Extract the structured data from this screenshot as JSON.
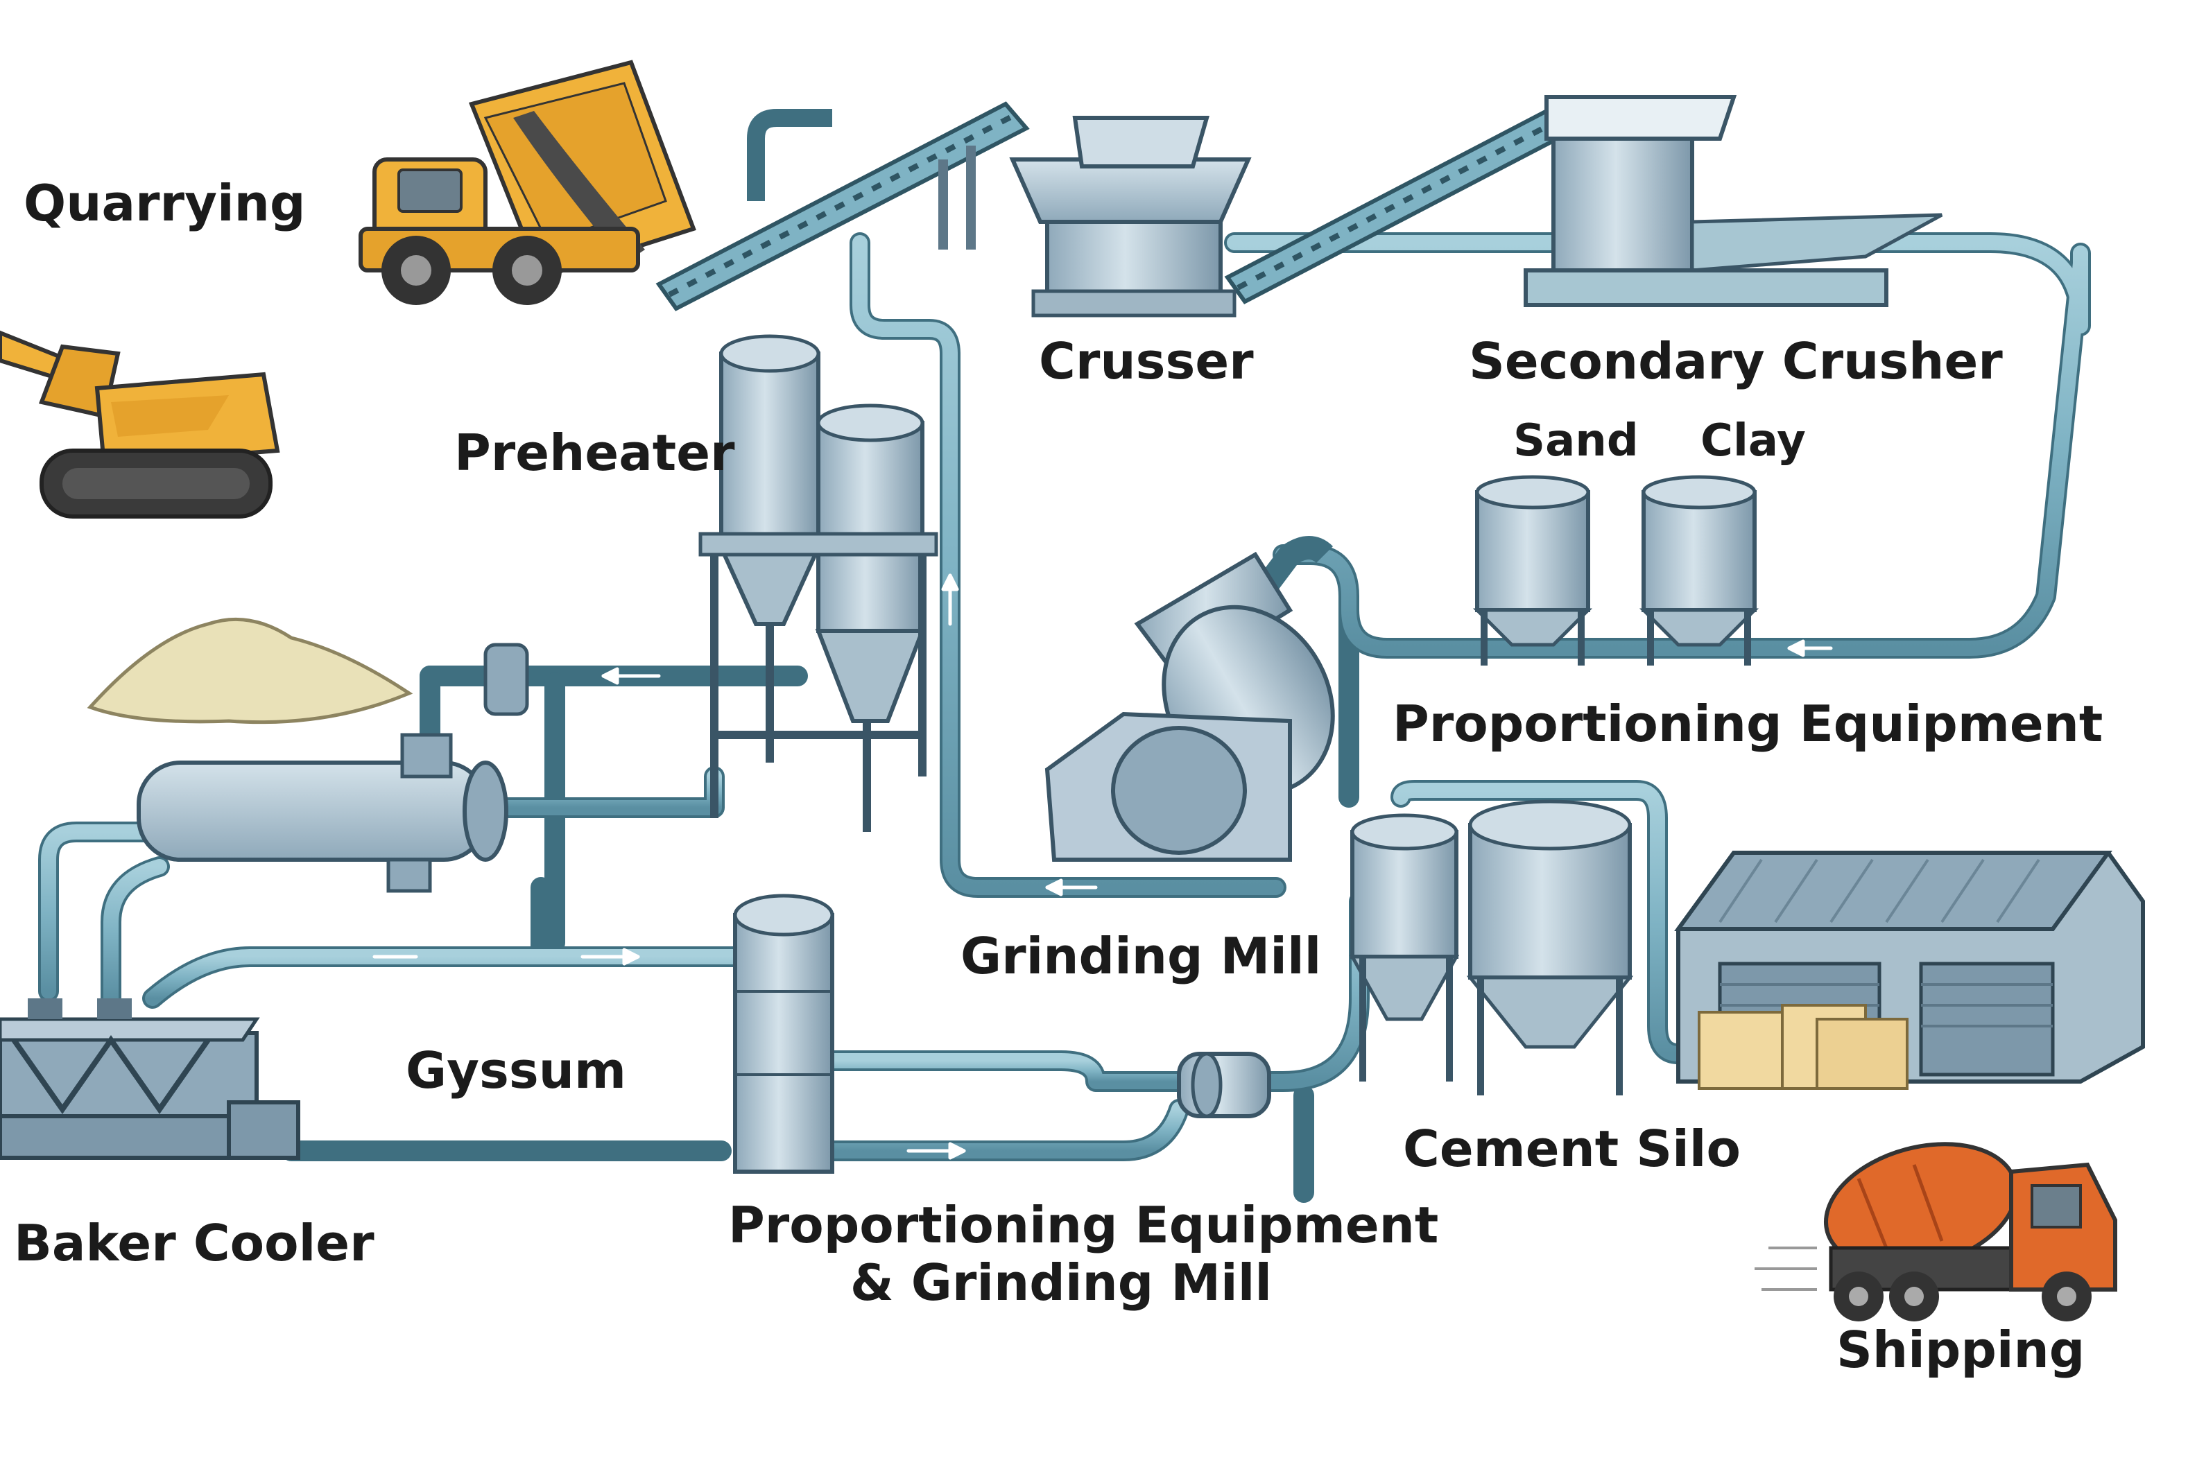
{
  "labels": {
    "quarrying": "Quarrying",
    "crusser": "Crusser",
    "secondary_crusher": "Secondary Crusher",
    "sand": "Sand",
    "clay": "Clay",
    "preheater": "Preheater",
    "proportioning_equipment": "Proportioning Equipment",
    "grinding_mill": "Grinding Mill",
    "gyssum": "Gyssum",
    "cement_silo": "Cement Silo",
    "baker_cooler": "Baker Cooler",
    "proportioning_grinding_line1": "Proportioning Equipment",
    "proportioning_grinding_line2": "& Grinding Mill",
    "shipping": "Shipping"
  },
  "colors": {
    "pipe": "#7fb3c4",
    "pipe_dark": "#3f6f80",
    "equipment": "#b9cbd8",
    "equipment_dark": "#5d7788",
    "truck_yellow": "#f0b23a",
    "mixer_orange": "#e0692a",
    "warehouse": "#a9bfcc",
    "crate": "#f1d9a0"
  },
  "icons": [
    "dump-truck-icon",
    "excavator-icon",
    "conveyor-icon",
    "crusher-icon",
    "secondary-crusher-icon",
    "preheater-tower-icon",
    "ball-mill-icon",
    "storage-silo-icon",
    "rotary-kiln-icon",
    "clinker-pile-icon",
    "cooler-icon",
    "cement-silo-icon",
    "warehouse-icon",
    "mixer-truck-icon"
  ]
}
